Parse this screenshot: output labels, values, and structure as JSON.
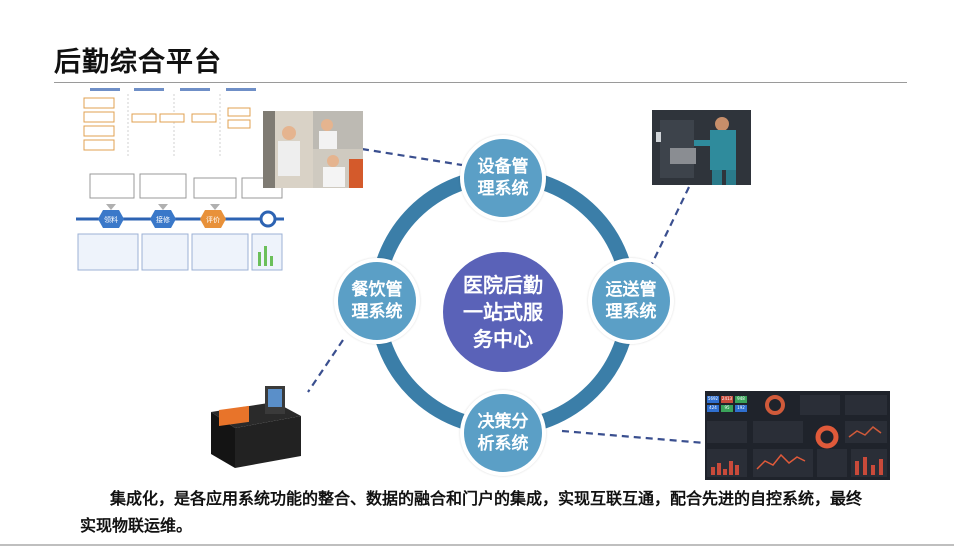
{
  "page": {
    "title": "后勤综合平台"
  },
  "diagram": {
    "center": "医院后勤\n一站式服\n务中心",
    "nodes": {
      "equipment": "设备管\n理系统",
      "transport": "运送管\n理系统",
      "decision": "决策分\n析系统",
      "dining": "餐饮管\n理系统"
    }
  },
  "caption": "集成化，是各应用系统功能的整合、数据的融合和门户的集成，实现互联互通，配合先进的自控系统，最终实现物联运维。",
  "workflow_image": {
    "stages": [
      "领料",
      "接修",
      "评价"
    ]
  },
  "dashboard_image": {
    "kpis": [
      "5692",
      "2413",
      "948",
      "424",
      "95",
      "192"
    ]
  },
  "colors": {
    "ring": "#3b7ea8",
    "satellite": "#5b9fc6",
    "center": "#5a62b8",
    "connector": "#3a4f8f"
  }
}
